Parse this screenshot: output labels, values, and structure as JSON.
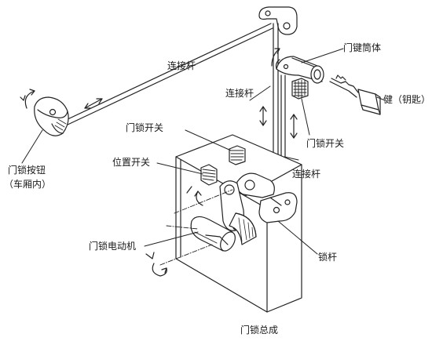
{
  "labels": {
    "connecting_rod_top": "连接杆",
    "door_key_cylinder": "门键筒体",
    "key": "健（钥匙）",
    "connecting_rod_mid": "连接杆",
    "door_lock_switch_top": "门锁开关",
    "door_lock_switch_right": "门锁开关",
    "door_lock_button_line1": "门锁按钮",
    "door_lock_button_line2": "（车厢内）",
    "position_switch": "位置开关",
    "connecting_rod_right": "连接杆",
    "door_lock_motor": "门锁电动机",
    "lock_lever": "锁杆",
    "door_lock_assembly": "门锁总成"
  }
}
